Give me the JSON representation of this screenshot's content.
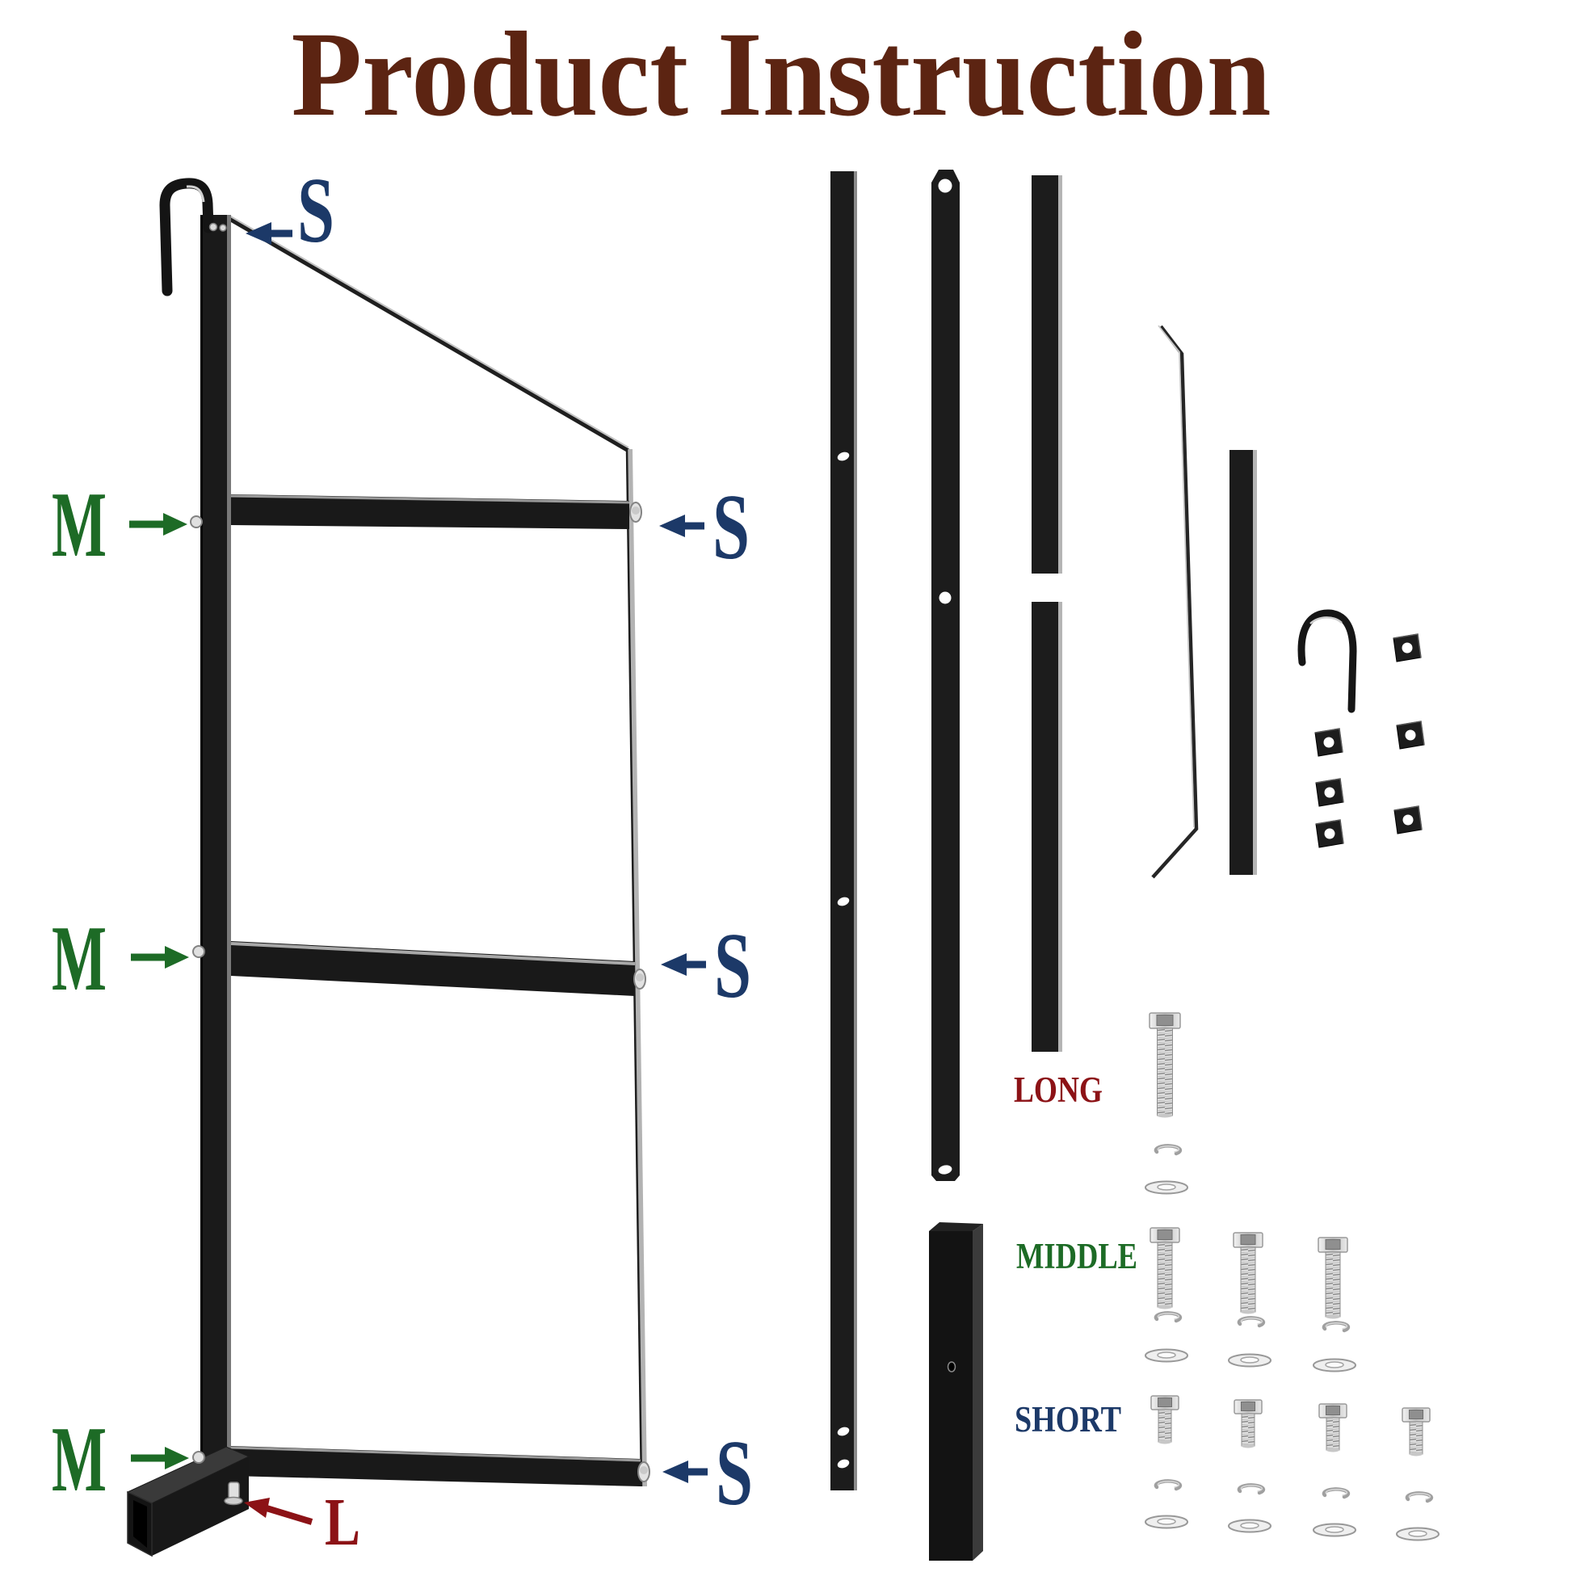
{
  "title": {
    "text": "Product Instruction",
    "color": "#5c2412"
  },
  "callouts": {
    "s": {
      "text": "S",
      "color": "#1c3968",
      "count": 4
    },
    "m": {
      "text": "M",
      "color": "#1d6b26",
      "count": 3
    },
    "l": {
      "text": "L",
      "color": "#8c1216",
      "count": 1
    }
  },
  "hardware": {
    "long": {
      "label": "LONG",
      "color": "#8c1216",
      "bolts": 1
    },
    "middle": {
      "label": "MIDDLE",
      "color": "#1d6b26",
      "bolts": 3
    },
    "short": {
      "label": "SHORT",
      "color": "#1c3968",
      "bolts": 4
    },
    "square_nuts": 6,
    "washers_per_bolt": {
      "lock": 1,
      "flat": 1
    }
  },
  "parts": {
    "assembled_unit": [
      "hanging-hook",
      "main-post",
      "diagonal-brace-wire",
      "side-rail",
      "crossbar-top",
      "crossbar-middle",
      "crossbar-bottom",
      "hitch-tube"
    ],
    "loose_parts": [
      "flat-bar-long",
      "flat-bar-drilled",
      "flat-bar-split",
      "brace-rod",
      "flat-bar-short",
      "j-hook",
      "square-nuts",
      "receiver-tube"
    ]
  }
}
